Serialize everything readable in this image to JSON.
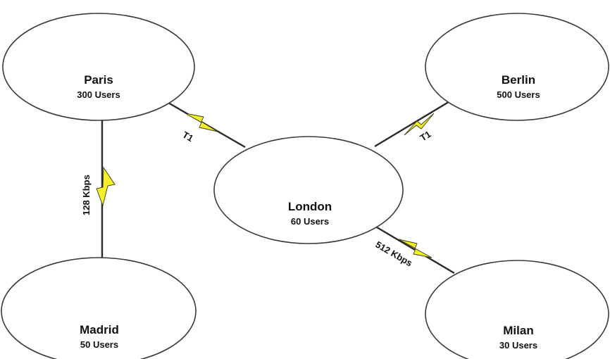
{
  "colors": {
    "bolt_fill": "#f4f02a",
    "line": "#2b2b2b",
    "node_outline": "#3a3a3a"
  },
  "nodes": {
    "paris": {
      "name": "Paris",
      "users": "300 Users"
    },
    "berlin": {
      "name": "Berlin",
      "users": "500 Users"
    },
    "london": {
      "name": "London",
      "users": "60 Users"
    },
    "madrid": {
      "name": "Madrid",
      "users": "50 Users"
    },
    "milan": {
      "name": "Milan",
      "users": "30 Users"
    }
  },
  "links": {
    "paris_london": {
      "label": "T1",
      "icon": "lightning-bolt-icon"
    },
    "berlin_london": {
      "label": "T1",
      "icon": "lightning-bolt-icon"
    },
    "paris_madrid": {
      "label": "128 Kbps",
      "icon": "lightning-bolt-icon"
    },
    "london_milan": {
      "label": "512 Kbps",
      "icon": "lightning-bolt-icon"
    }
  }
}
